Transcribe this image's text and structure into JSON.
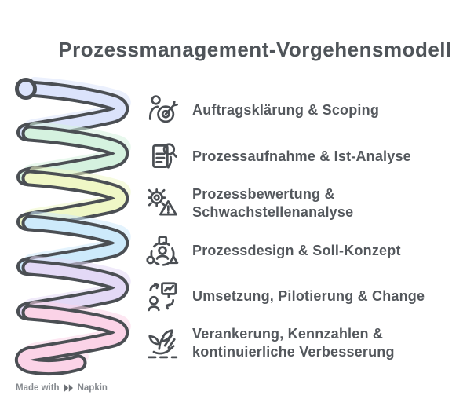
{
  "title": "Prozessmanagement-Vorgehensmodell",
  "items": [
    {
      "icon": "goal-target-icon",
      "lines": [
        "Auftragsklärung & Scoping",
        ""
      ]
    },
    {
      "icon": "document-analysis-icon",
      "lines": [
        "Prozessaufnahme & Ist-Analyse",
        ""
      ]
    },
    {
      "icon": "gear-warning-icon",
      "lines": [
        "Prozessbewertung &",
        "Schwachstellenanalyse"
      ]
    },
    {
      "icon": "persona-shapes-icon",
      "lines": [
        "Prozessdesign & Soll-Konzept",
        ""
      ]
    },
    {
      "icon": "change-arrows-icon",
      "lines": [
        "Umsetzung, Pilotierung & Change",
        ""
      ]
    },
    {
      "icon": "growth-hand-icon",
      "lines": [
        "Verankerung, Kennzahlen &",
        "kontinuierliche Verbesserung"
      ]
    }
  ],
  "spiral": {
    "outline_color": "#4b4f54",
    "bands": [
      {
        "name": "phase-1",
        "color": "#dbe3fb"
      },
      {
        "name": "phase-2",
        "color": "#d5f2df"
      },
      {
        "name": "phase-3",
        "color": "#eff7c6"
      },
      {
        "name": "phase-4",
        "color": "#cdeafb"
      },
      {
        "name": "phase-5",
        "color": "#e3d9f6"
      },
      {
        "name": "phase-6",
        "color": "#fbd3e7"
      }
    ]
  },
  "credit": {
    "prefix": "Made with",
    "brand": "Napkin"
  },
  "colors": {
    "background": "#ffffff",
    "title_text": "#4f5459",
    "item_text": "#54585d",
    "icon": "#4a4e53",
    "credit_text": "#85898e",
    "credit_logo": "#6d7176"
  }
}
